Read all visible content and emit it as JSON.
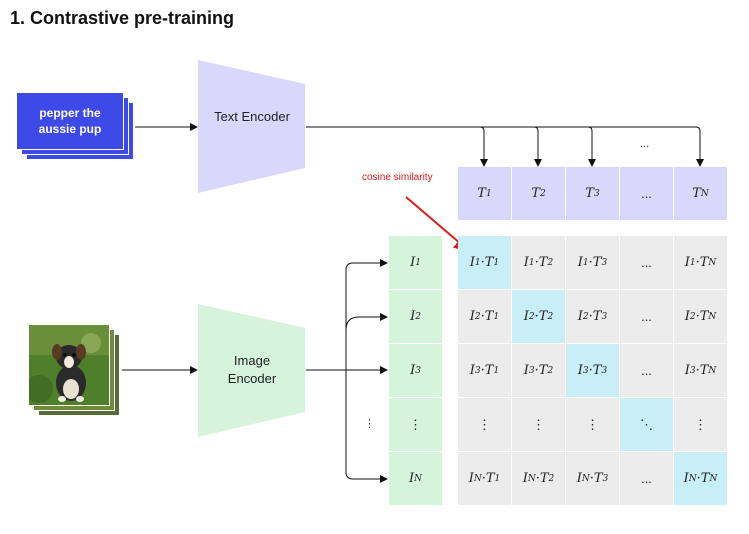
{
  "title": "1. Contrastive pre-training",
  "text_input": "pepper the aussie pup",
  "text_encoder": "Text Encoder",
  "image_encoder": "Image Encoder",
  "cosine_label": "cosine similarity",
  "top_ellipsis": "...",
  "text_features": [
    "T1",
    "T2",
    "T3",
    "...",
    "TN"
  ],
  "image_features": [
    "I1",
    "I2",
    "I3",
    "⋮",
    "IN"
  ],
  "matrix": [
    [
      "I1·T1",
      "I1·T2",
      "I1·T3",
      "...",
      "I1·TN"
    ],
    [
      "I2·T1",
      "I2·T2",
      "I2·T3",
      "...",
      "I2·TN"
    ],
    [
      "I3·T1",
      "I3·T2",
      "I3·T3",
      "...",
      "I3·TN"
    ],
    [
      "⋮",
      "⋮",
      "⋮",
      "⋱",
      "⋮"
    ],
    [
      "IN·T1",
      "IN·T2",
      "IN·T3",
      "...",
      "IN·TN"
    ]
  ],
  "colors": {
    "text_card": "#3d4ae8",
    "text_encoder": "#d9d7fb",
    "image_encoder": "#d6f4dc",
    "matrix_cell": "#ececec",
    "matrix_diag": "#c8eef8",
    "arrow_red": "#e01a1a"
  }
}
